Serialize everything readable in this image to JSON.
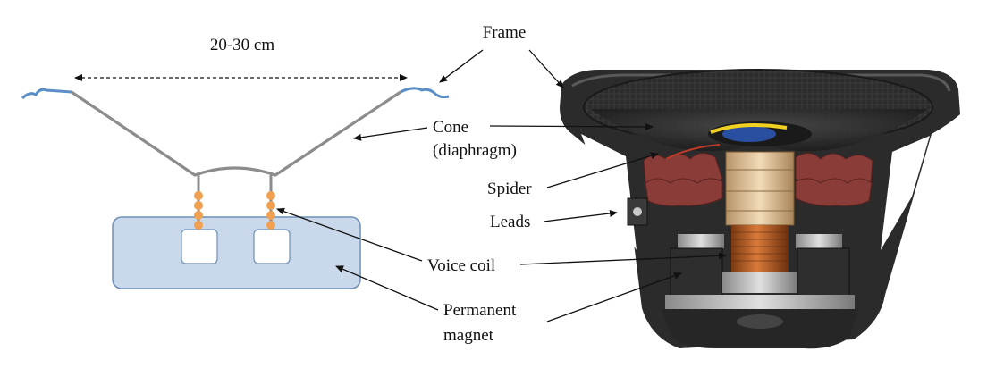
{
  "dimension_label": "20-30 cm",
  "labels": {
    "frame": "Frame",
    "cone_line1": "Cone",
    "cone_line2": "(diaphragm)",
    "spider": "Spider",
    "leads": "Leads",
    "voice_coil": "Voice coil",
    "magnet_line1": "Permanent",
    "magnet_line2": "magnet"
  },
  "colors": {
    "magnet_fill": "#c9d8ea",
    "magnet_stroke": "#6f8fb8",
    "cone_stroke": "#8c8c8c",
    "rim_stroke": "#5b8ec6",
    "coil_dots": "#f0a050",
    "frame_dark": "#2b2b2b"
  }
}
